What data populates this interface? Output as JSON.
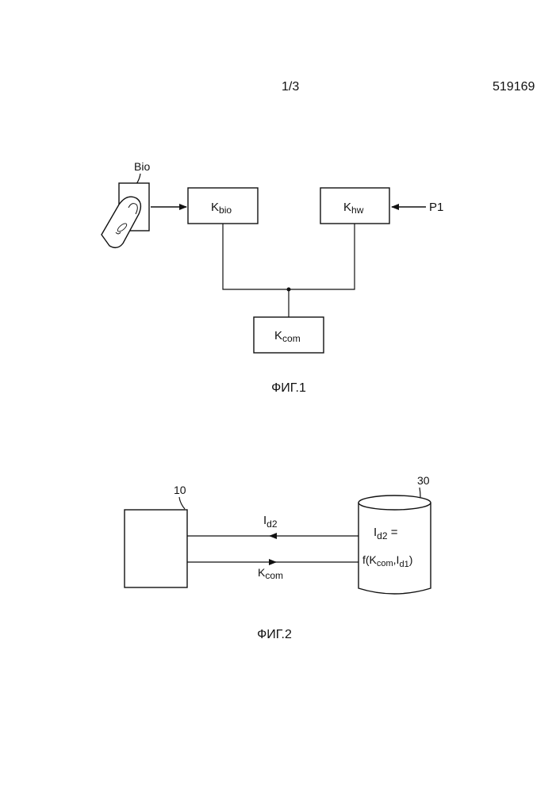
{
  "header": {
    "sheet": "1/3",
    "doc_number": "519169"
  },
  "fig1": {
    "bio_label": "Bio",
    "kbio": {
      "main": "K",
      "sub": "bio"
    },
    "khw": {
      "main": "K",
      "sub": "hw"
    },
    "kcom": {
      "main": "K",
      "sub": "com"
    },
    "p1_label": "P1",
    "caption": "ФИГ.1"
  },
  "fig2": {
    "device_ref": "10",
    "db_ref": "30",
    "arrow_top": {
      "main": "I",
      "sub": "d2"
    },
    "arrow_bottom": {
      "main": "K",
      "sub": "com"
    },
    "db_line1": {
      "main": "I",
      "sub": "d2",
      "suffix": " ="
    },
    "db_line2": {
      "prefix": "f(K",
      "sub1": "com",
      "mid": ",I",
      "sub2": "d1",
      "suffix": ")"
    },
    "caption": "ФИГ.2"
  }
}
